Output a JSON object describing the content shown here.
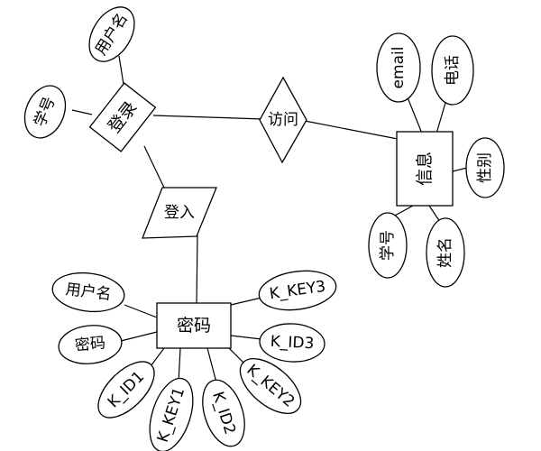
{
  "entities": {
    "login": "登录",
    "info": "信息",
    "password": "密码"
  },
  "relations": {
    "visit": "访问",
    "signin": "登入"
  },
  "attributes": {
    "login_username": "用户名",
    "login_student_id": "学号",
    "info_email": "email",
    "info_phone": "电话",
    "info_gender": "性别",
    "info_student_id": "学号",
    "info_name": "姓名",
    "pw_username": "用户名",
    "pw_password": "密码",
    "pw_k_id1": "K_ID1",
    "pw_k_key1": "K_KEY1",
    "pw_k_id2": "K_ID2",
    "pw_k_key2": "K_KEY2",
    "pw_k_id3": "K_ID3",
    "pw_k_key3": "K_KEY3"
  }
}
